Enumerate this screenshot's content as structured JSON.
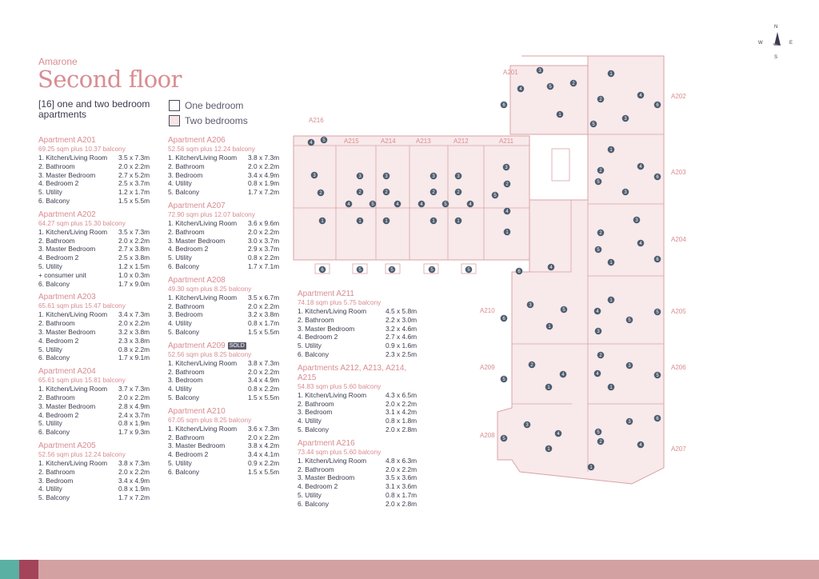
{
  "brand": "Amarone",
  "title": "Second floor",
  "subtitle": "[16] one and two bedroom apartments",
  "legend": {
    "one": "One bedroom",
    "two": "Two bedrooms"
  },
  "compass": {
    "n": "N",
    "e": "E",
    "s": "S",
    "w": "W"
  },
  "sold_label": "SOLD",
  "colors": {
    "accent": "#d98c92",
    "footer": "#d4a1a3",
    "teal": "#5bb0a4",
    "maroon": "#a3445a"
  },
  "col1": [
    {
      "name": "Apartment A201",
      "area": "69.25 sqm plus 10.37 balcony",
      "rooms": [
        [
          "1.  Kitchen/Living Room",
          "3.5 x 7.3m"
        ],
        [
          "2. Bathroom",
          "2.0 x 2.2m"
        ],
        [
          "3. Master Bedroom",
          "2.7 x 5.2m"
        ],
        [
          "4. Bedroom 2",
          "2.5 x 3.7m"
        ],
        [
          "5. Utility",
          "1.2 x 1.7m"
        ],
        [
          "6. Balcony",
          "1.5 x 5.5m"
        ]
      ]
    },
    {
      "name": "Apartment A202",
      "area": "64.27 sqm plus 15.30 balcony",
      "rooms": [
        [
          "1.  Kitchen/Living Room",
          "3.5 x 7.3m"
        ],
        [
          "2. Bathroom",
          "2.0 x 2.2m"
        ],
        [
          "3. Master Bedroom",
          "2.7 x 3.8m"
        ],
        [
          "4. Bedroom 2",
          "2.5 x 3.8m"
        ],
        [
          "5. Utility",
          "1.2 x 1.5m"
        ],
        [
          "    + consumer unit",
          "1.0 x 0.3m"
        ],
        [
          "6. Balcony",
          "1.7 x 9.0m"
        ]
      ]
    },
    {
      "name": "Apartment A203",
      "area": "65.61 sqm plus 15.47 balcony",
      "rooms": [
        [
          "1.  Kitchen/Living Room",
          "3.4 x 7.3m"
        ],
        [
          "2. Bathroom",
          "2.0 x 2.2m"
        ],
        [
          "3. Master Bedroom",
          "3.2 x 3.8m"
        ],
        [
          "4. Bedroom 2",
          "2.3 x 3.8m"
        ],
        [
          "5. Utility",
          "0.8 x 2.2m"
        ],
        [
          "6. Balcony",
          "1.7 x 9.1m"
        ]
      ]
    },
    {
      "name": "Apartment A204",
      "area": "65.61 sqm plus 15.81 balcony",
      "rooms": [
        [
          "1.  Kitchen/Living Room",
          "3.7 x 7.3m"
        ],
        [
          "2. Bathroom",
          "2.0 x 2.2m"
        ],
        [
          "3. Master Bedroom",
          "2.8 x 4.9m"
        ],
        [
          "4. Bedroom 2",
          "2.4 x 3.7m"
        ],
        [
          "5. Utility",
          "0.8 x 1.9m"
        ],
        [
          "6. Balcony",
          "1.7 x 9.3m"
        ]
      ]
    },
    {
      "name": "Apartment A205",
      "area": "52.56 sqm plus 12.24 balcony",
      "rooms": [
        [
          "1.  Kitchen/Living Room",
          "3.8 x 7.3m"
        ],
        [
          "2. Bathroom",
          "2.0 x 2.2m"
        ],
        [
          "3. Bedroom",
          "3.4 x 4.9m"
        ],
        [
          "4. Utility",
          "0.8 x 1.9m"
        ],
        [
          "5. Balcony",
          "1.7 x 7.2m"
        ]
      ]
    }
  ],
  "col2": [
    {
      "name": "Apartment A206",
      "area": "52.56 sqm plus 12.24 balcony",
      "sold": false,
      "rooms": [
        [
          "1.  Kitchen/Living Room",
          "3.8 x 7.3m"
        ],
        [
          "2. Bathroom",
          "2.0 x 2.2m"
        ],
        [
          "3. Bedroom",
          "3.4 x 4.9m"
        ],
        [
          "4. Utility",
          "0.8 x 1.9m"
        ],
        [
          "5. Balcony",
          "1.7 x 7.2m"
        ]
      ]
    },
    {
      "name": "Apartment A207",
      "area": "72.90 sqm plus 12.07 balcony",
      "sold": false,
      "rooms": [
        [
          "1.  Kitchen/Living Room",
          "3.6 x 9.6m"
        ],
        [
          "2. Bathroom",
          "2.0 x 2.2m"
        ],
        [
          "3. Master Bedroom",
          "3.0 x 3.7m"
        ],
        [
          "4. Bedroom 2",
          "2.9 x 3.7m"
        ],
        [
          "5. Utility",
          "0.8 x 2.2m"
        ],
        [
          "6. Balcony",
          "1.7 x 7.1m"
        ]
      ]
    },
    {
      "name": "Apartment A208",
      "area": "49.30 sqm plus 8.25 balcony",
      "sold": false,
      "rooms": [
        [
          "1.  Kitchen/Living Room",
          "3.5 x 6.7m"
        ],
        [
          "2. Bathroom",
          "2.0 x 2.2m"
        ],
        [
          "3. Bedroom",
          "3.2 x 3.8m"
        ],
        [
          "4. Utility",
          "0.8 x 1.7m"
        ],
        [
          "5. Balcony",
          "1.5 x 5.5m"
        ]
      ]
    },
    {
      "name": "Apartment A209",
      "area": "52.56 sqm plus 8.25 balcony",
      "sold": true,
      "rooms": [
        [
          "1.  Kitchen/Living Room",
          "3.8 x 7.3m"
        ],
        [
          "2. Bathroom",
          "2.0 x 2.2m"
        ],
        [
          "3. Bedroom",
          "3.4 x 4.9m"
        ],
        [
          "4. Utility",
          "0.8 x 2.2m"
        ],
        [
          "5. Balcony",
          "1.5 x 5.5m"
        ]
      ]
    },
    {
      "name": "Apartment A210",
      "area": "67.05 sqm plus 8.25 balcony",
      "sold": false,
      "rooms": [
        [
          "1.  Kitchen/Living Room",
          "3.6 x 7.3m"
        ],
        [
          "2. Bathroom",
          "2.0 x 2.2m"
        ],
        [
          "3. Master Bedroom",
          "3.8 x 4.2m"
        ],
        [
          "4. Bedroom 2",
          "3.4 x 4.1m"
        ],
        [
          "5. Utility",
          "0.9 x 2.2m"
        ],
        [
          "6. Balcony",
          "1.5 x 5.5m"
        ]
      ]
    }
  ],
  "col3": [
    {
      "name": "Apartment A211",
      "area": "74.18 sqm plus 5.75 balcony",
      "rooms": [
        [
          "1. Kitchen/Living Room",
          "4.5 x 5.8m"
        ],
        [
          "2. Bathroom",
          "2.2 x 3.0m"
        ],
        [
          "3. Master Bedroom",
          "3.2 x 4.6m"
        ],
        [
          "4. Bedroom 2",
          "2.7 x 4.6m"
        ],
        [
          "5. Utility",
          "0.9 x 1.6m"
        ],
        [
          "6. Balcony",
          "2.3 x 2.5m"
        ]
      ]
    },
    {
      "name": "Apartments A212, A213, A214, A215",
      "area": "54.83 sqm plus 5.60 balcony",
      "rooms": [
        [
          "1.  Kitchen/Living Room",
          "4.3 x 6.5m"
        ],
        [
          "2. Bathroom",
          "2.0 x 2.2m"
        ],
        [
          "3. Bedroom",
          "3.1 x 4.2m"
        ],
        [
          "4. Utility",
          "0.8 x 1.8m"
        ],
        [
          "5. Balcony",
          "2.0 x 2.8m"
        ]
      ]
    },
    {
      "name": "Apartment A216",
      "area": "73.44 sqm plus 5.60 balcony",
      "rooms": [
        [
          "1.  Kitchen/Living Room",
          "4.8 x 6.3m"
        ],
        [
          "2. Bathroom",
          "2.0 x 2.2m"
        ],
        [
          "3. Master Bedroom",
          "3.5 x 3.6m"
        ],
        [
          "4. Bedroom 2",
          "3.1 x 3.6m"
        ],
        [
          "5. Utility",
          "0.8 x 1.7m"
        ],
        [
          "6. Balcony",
          "2.0 x 2.8m"
        ]
      ]
    }
  ],
  "plan_labels": {
    "a201": "A201",
    "a202": "A202",
    "a203": "A203",
    "a204": "A204",
    "a205": "A205",
    "a206": "A206",
    "a207": "A207",
    "a208": "A208",
    "a209": "A209",
    "a210": "A210",
    "a211": "A211",
    "a212": "A212",
    "a213": "A213",
    "a214": "A214",
    "a215": "A215",
    "a216": "A216"
  }
}
